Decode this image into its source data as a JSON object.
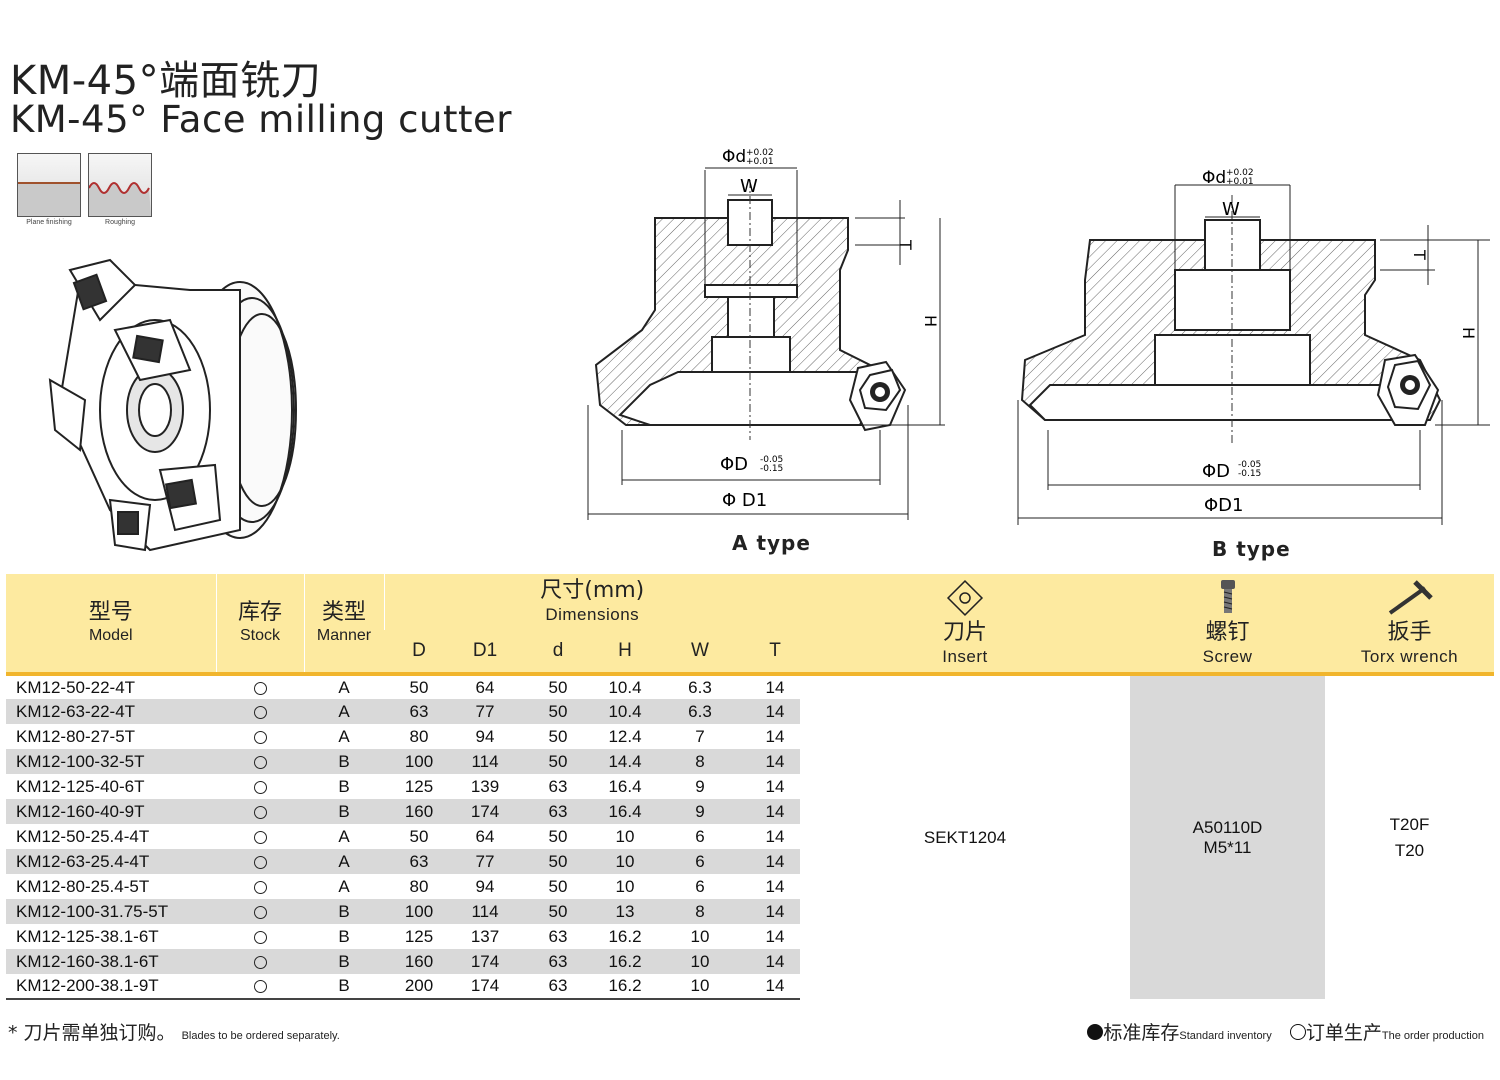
{
  "title": {
    "cn": "KM-45°端面铣刀",
    "en": "KM-45°  Face milling cutter"
  },
  "finishes": [
    {
      "label": "Plane finishing",
      "icon": "plane-finishing-surface"
    },
    {
      "label": "Roughing",
      "icon": "roughing-surface"
    }
  ],
  "drawing_a": {
    "label": "A type",
    "dims": {
      "bore": "Φd",
      "bore_tol_up": "+0.02",
      "bore_tol_lo": "+0.01",
      "w": "W",
      "t": "T",
      "h": "H",
      "d": "ΦD",
      "d_tol_up": "-0.05",
      "d_tol_lo": "-0.15",
      "d1": "Φ D1"
    }
  },
  "drawing_b": {
    "label": "B type",
    "dims": {
      "bore": "Φd",
      "bore_tol_up": "+0.02",
      "bore_tol_lo": "+0.01",
      "w": "W",
      "t": "T",
      "h": "H",
      "d": "ΦD",
      "d_tol_up": "-0.05",
      "d_tol_lo": "-0.15",
      "d1": "ΦD1"
    }
  },
  "table": {
    "headers": {
      "model": {
        "cn": "型号",
        "en": "Model"
      },
      "stock": {
        "cn": "库存",
        "en": "Stock"
      },
      "manner": {
        "cn": "类型",
        "en": "Manner"
      },
      "dimensions": {
        "cn": "尺寸(mm)",
        "en": "Dimensions"
      },
      "dim_cols": [
        "D",
        "D1",
        "d",
        "H",
        "W",
        "T"
      ],
      "insert": {
        "cn": "刀片",
        "en": "Insert",
        "icon": "insert-icon"
      },
      "screw": {
        "cn": "螺钉",
        "en": "Screw",
        "icon": "screw-icon"
      },
      "wrench": {
        "cn": "扳手",
        "en": "Torx wrench",
        "icon": "torx-wrench-icon"
      }
    },
    "rows": [
      {
        "model": "KM12-50-22-4T",
        "manner": "A",
        "D": "50",
        "D1": "64",
        "d": "50",
        "H": "10.4",
        "W": "6.3",
        "T": "14"
      },
      {
        "model": "KM12-63-22-4T",
        "manner": "A",
        "D": "63",
        "D1": "77",
        "d": "50",
        "H": "10.4",
        "W": "6.3",
        "T": "14"
      },
      {
        "model": "KM12-80-27-5T",
        "manner": "A",
        "D": "80",
        "D1": "94",
        "d": "50",
        "H": "12.4",
        "W": "7",
        "T": "14"
      },
      {
        "model": "KM12-100-32-5T",
        "manner": "B",
        "D": "100",
        "D1": "114",
        "d": "50",
        "H": "14.4",
        "W": "8",
        "T": "14"
      },
      {
        "model": "KM12-125-40-6T",
        "manner": "B",
        "D": "125",
        "D1": "139",
        "d": "63",
        "H": "16.4",
        "W": "9",
        "T": "14"
      },
      {
        "model": "KM12-160-40-9T",
        "manner": "B",
        "D": "160",
        "D1": "174",
        "d": "63",
        "H": "16.4",
        "W": "9",
        "T": "14"
      },
      {
        "model": "KM12-50-25.4-4T",
        "manner": "A",
        "D": "50",
        "D1": "64",
        "d": "50",
        "H": "10",
        "W": "6",
        "T": "14"
      },
      {
        "model": "KM12-63-25.4-4T",
        "manner": "A",
        "D": "63",
        "D1": "77",
        "d": "50",
        "H": "10",
        "W": "6",
        "T": "14"
      },
      {
        "model": "KM12-80-25.4-5T",
        "manner": "A",
        "D": "80",
        "D1": "94",
        "d": "50",
        "H": "10",
        "W": "6",
        "T": "14"
      },
      {
        "model": "KM12-100-31.75-5T",
        "manner": "B",
        "D": "100",
        "D1": "114",
        "d": "50",
        "H": "13",
        "W": "8",
        "T": "14"
      },
      {
        "model": "KM12-125-38.1-6T",
        "manner": "B",
        "D": "125",
        "D1": "137",
        "d": "63",
        "H": "16.2",
        "W": "10",
        "T": "14"
      },
      {
        "model": "KM12-160-38.1-6T",
        "manner": "B",
        "D": "160",
        "D1": "174",
        "d": "63",
        "H": "16.2",
        "W": "10",
        "T": "14"
      },
      {
        "model": "KM12-200-38.1-9T",
        "manner": "B",
        "D": "200",
        "D1": "174",
        "d": "63",
        "H": "16.2",
        "W": "10",
        "T": "14"
      }
    ],
    "stock_symbol": "open-circle",
    "insert": "SEKT1204",
    "screw": [
      "A50110D",
      "M5*11"
    ],
    "wrench": [
      "T20F",
      "T20"
    ]
  },
  "footer": {
    "note_cn": "* 刀片需单独订购。",
    "note_en": "Blades to be ordered separately.",
    "legend_stock_cn": "标准库存",
    "legend_stock_en": "Standard inventory",
    "legend_order_cn": "订单生产",
    "legend_order_en": "The order production"
  },
  "colors": {
    "header_bg": "#fdeaa0",
    "header_rule": "#f1b52c",
    "row_stripe": "#d9d9d9",
    "hatch": "#555555"
  }
}
